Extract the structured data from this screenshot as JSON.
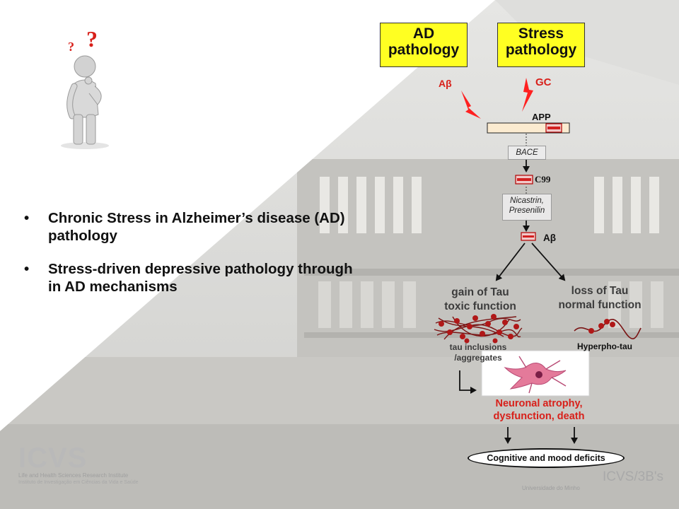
{
  "header_boxes": {
    "ad_pathology": "AD\npathology",
    "stress_pathology": "Stress\npathology"
  },
  "bullets": [
    "Chronic Stress in Alzheimer’s disease (AD) pathology",
    "Stress-driven depressive pathology through in AD mechanisms"
  ],
  "diagram": {
    "abeta_input": "Aβ",
    "gc_input": "GC",
    "app": "APP",
    "bace": "BACE",
    "c99": "C99",
    "nicastrin": "Nicastrin,\nPresenilin",
    "abeta_product": "Aβ",
    "gain_of_tau": "gain of Tau\ntoxic function",
    "loss_of_tau": "loss of Tau\nnormal function",
    "tau_inclusions": "tau inclusions\n/aggregates",
    "hyperpho_tau": "Hyperpho-tau",
    "neuronal_atrophy": "Neuronal atrophy,\ndysfunction, death",
    "cognitive_deficits": "Cognitive and mood deficits"
  },
  "logos": {
    "icvs_main": "ICVS",
    "icvs_tagline": "Life and Health Sciences Research Institute",
    "icvs_sub": "Instituto de Investigação em Ciências da Vida e Saúde",
    "icvs_3bs": "ICVS/3B's",
    "uminho": "Universidade do Minho"
  },
  "colors": {
    "highlight_yellow": "#ffff22",
    "alert_red": "#d8201a",
    "bead_red": "#b01818"
  },
  "icons": {
    "thinker": "thinking-person-icon",
    "lightning": "lightning-bolt-icon"
  }
}
